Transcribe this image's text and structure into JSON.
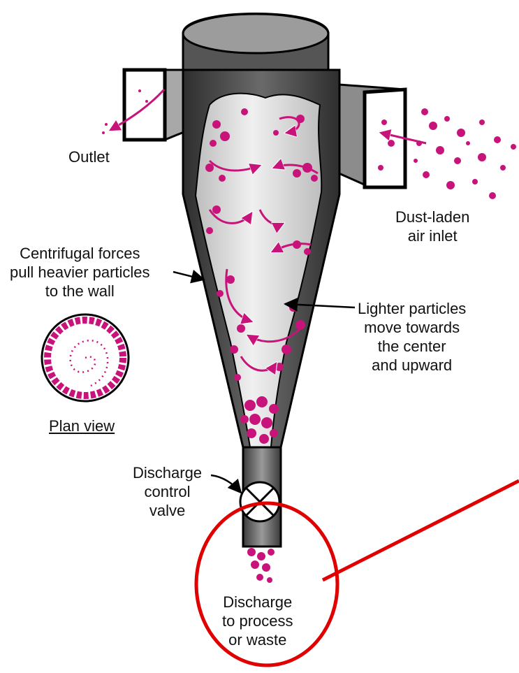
{
  "labels": {
    "outlet": "Outlet",
    "inlet": [
      "Dust-laden",
      "air inlet"
    ],
    "centrifugal": [
      "Centrifugal forces",
      "pull heavier particles",
      "to the wall"
    ],
    "lighter": [
      "Lighter particles",
      "move towards",
      "the center",
      "and upward"
    ],
    "plan_view": "Plan view",
    "valve": [
      "Discharge",
      "control",
      "valve"
    ],
    "discharge": [
      "Discharge",
      "to process",
      "or waste"
    ]
  },
  "colors": {
    "particle": "#c8147a",
    "arrow": "#c8147a",
    "body_dark": "#3a3a3a",
    "body_mid": "#8a8a8a",
    "inner_light": "#d9d9d9",
    "highlight": "#e00000",
    "line": "#000000"
  }
}
